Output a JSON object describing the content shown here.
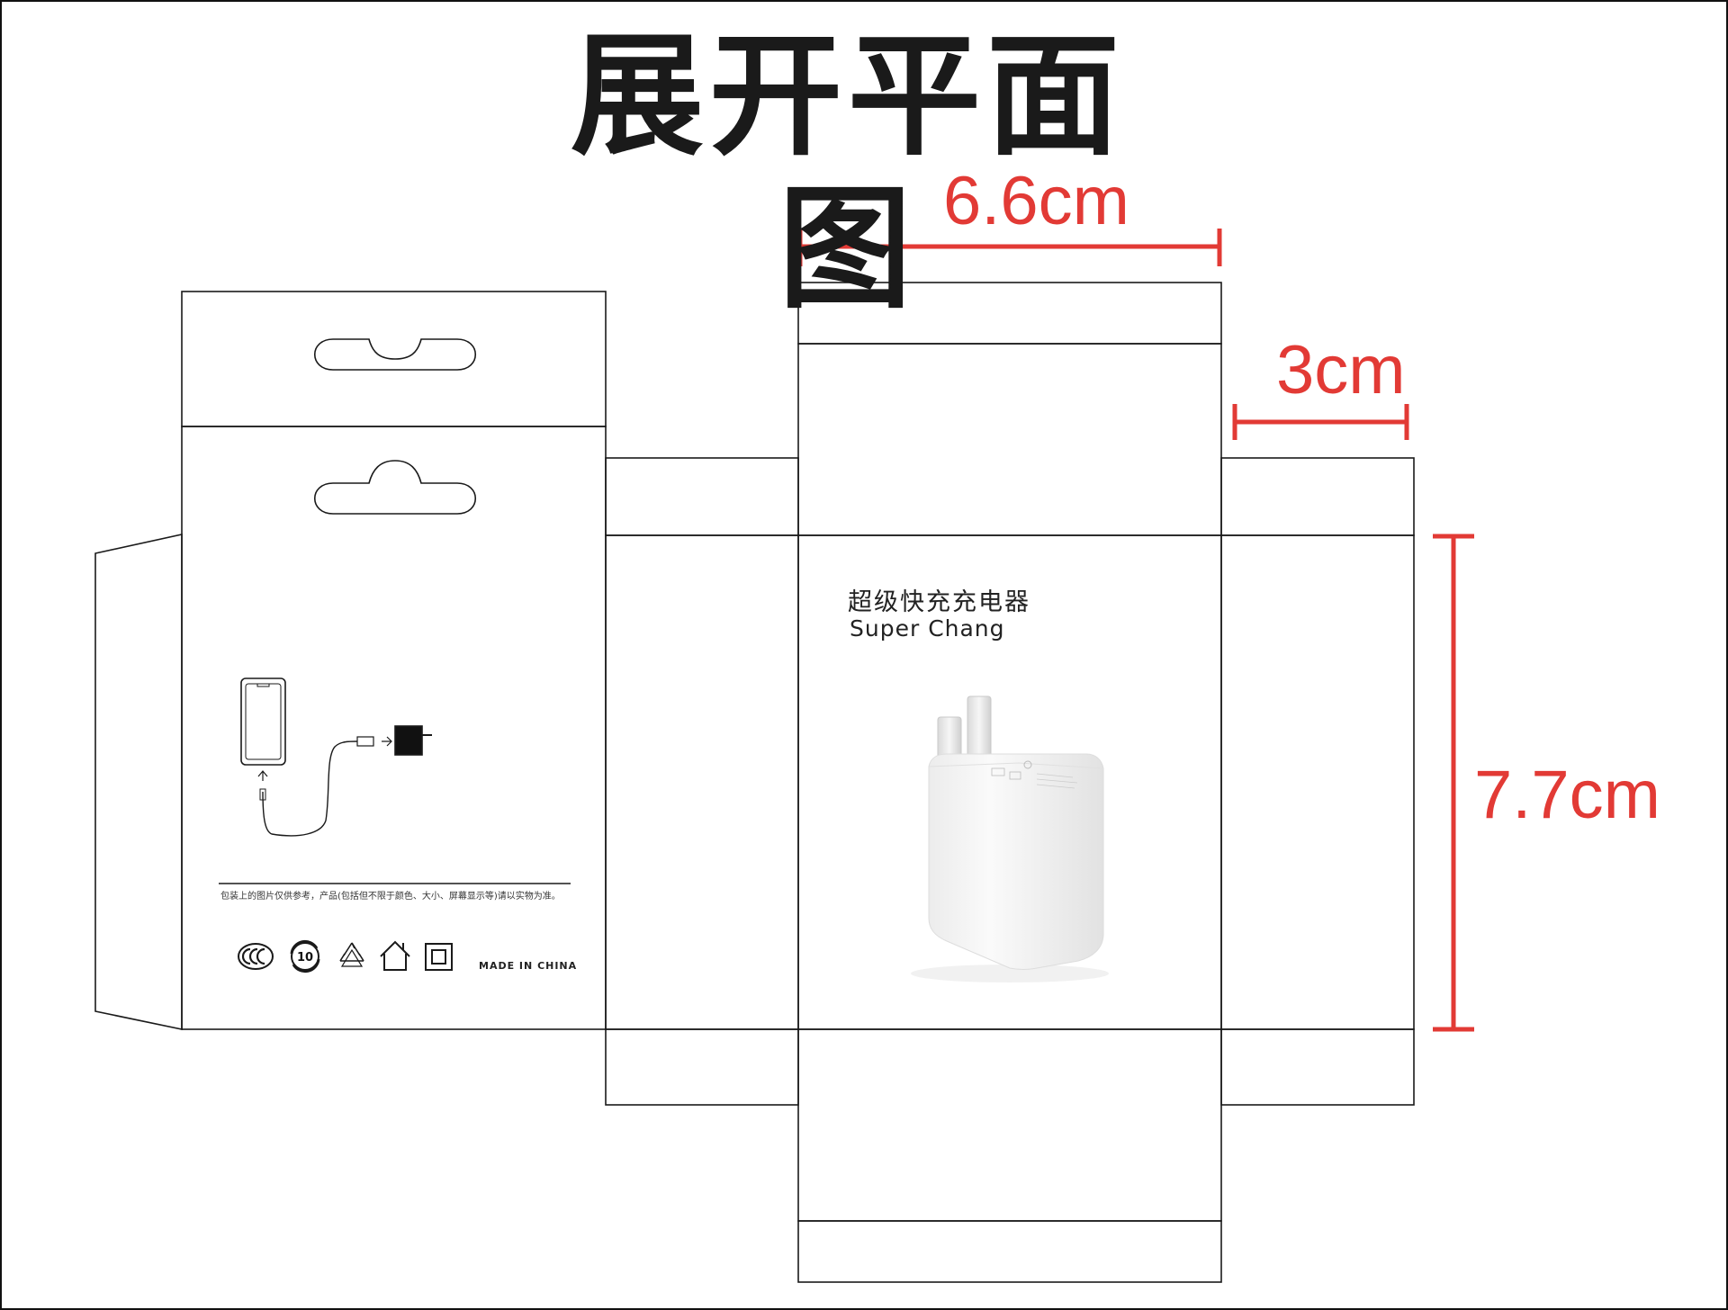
{
  "title": "展开平面图",
  "dimensions": {
    "width": "6.6cm",
    "depth": "3cm",
    "height": "7.7cm"
  },
  "front_panel": {
    "product_name_cn": "超级快充充电器",
    "product_name_en": "Super Chang"
  },
  "back_panel": {
    "disclaimer": "包装上的图片仅供参考，产品(包括但不限于颜色、大小、屏幕显示等)请以实物为准。",
    "made_in": "MADE IN CHINA",
    "cert_marks": [
      "ccc-mark-icon",
      "eco-10-icon",
      "recycle-icon",
      "indoor-use-icon",
      "double-insulation-icon"
    ]
  },
  "colors": {
    "dimension": "#e23a35",
    "line": "#1a1a1a"
  }
}
